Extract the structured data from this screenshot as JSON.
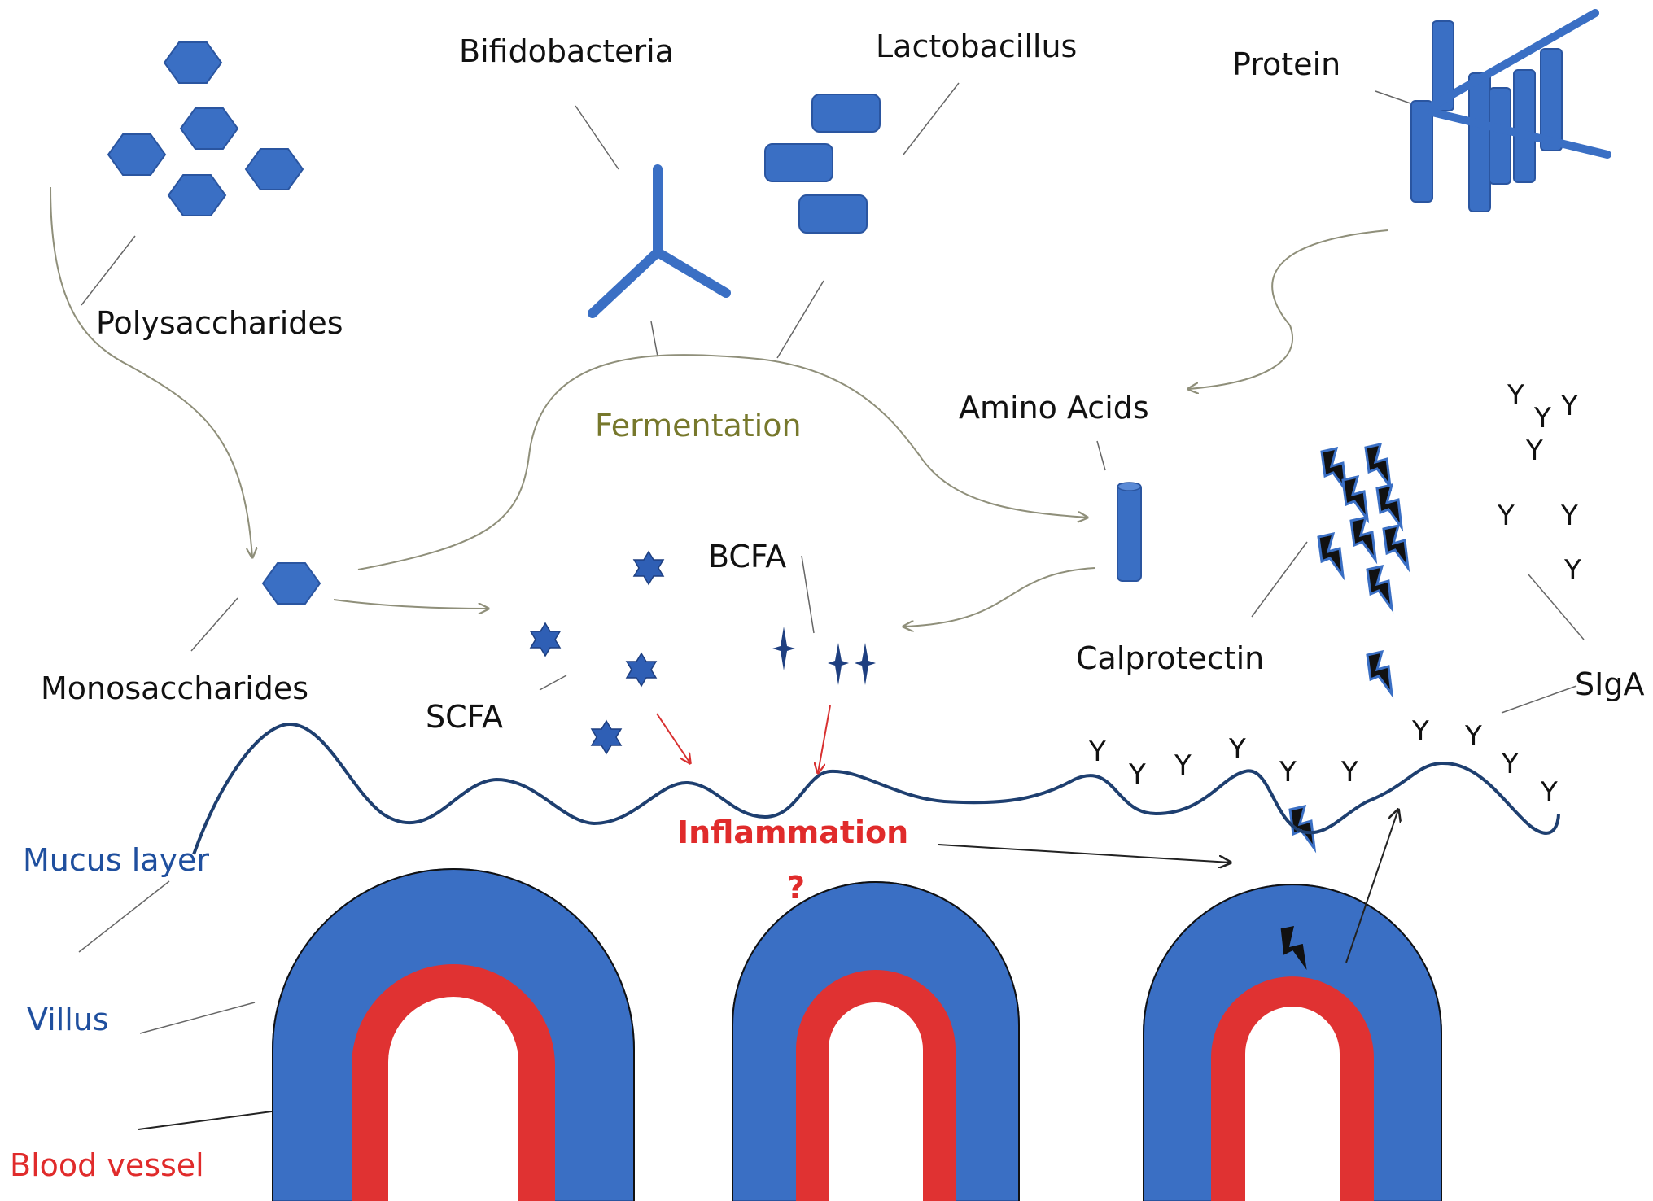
{
  "labels": {
    "bifidobacteria": "Bifidobacteria",
    "lactobacillus": "Lactobacillus",
    "protein": "Protein",
    "polysaccharides": "Polysaccharides",
    "fermentation": "Fermentation",
    "amino_acids": "Amino Acids",
    "bcfa": "BCFA",
    "calprotectin": "Calprotectin",
    "monosaccharides": "Monosaccharides",
    "scfa": "SCFA",
    "sIgA": "SIgA",
    "mucus_layer": "Mucus layer",
    "inflammation": "Inflammation",
    "question_mark": "?",
    "villus": "Villus",
    "blood_vessel": "Blood vessel"
  },
  "antibody_glyph": "Y",
  "colors": {
    "shape_blue": "#3a6fc4",
    "shape_stroke": "#2a55a0",
    "vessel_red": "#e03232",
    "label_blue": "#1f4f9e",
    "label_red": "#e02b2b",
    "fermentation_olive": "#77782c",
    "curve_gray": "#8f8f7a"
  }
}
